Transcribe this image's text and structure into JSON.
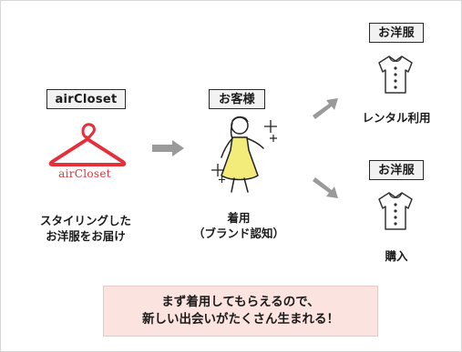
{
  "flow": {
    "brand": {
      "label": "airCloset",
      "logo_text": "airCloset",
      "caption_line1": "スタイリングした",
      "caption_line2": "お洋服をお届け"
    },
    "customer": {
      "label": "お客様",
      "caption_line1": "着用",
      "caption_line2": "（ブランド認知）"
    },
    "outcome_rental": {
      "label": "お洋服",
      "caption": "レンタル利用"
    },
    "outcome_purchase": {
      "label": "お洋服",
      "caption": "購入"
    },
    "message_line1": "まず着用してもらえるので、",
    "message_line2": "新しい出会いがたくさん生まれる！"
  },
  "colors": {
    "brand_red": "#e3303a",
    "arrow_gray": "#9a9a9a",
    "message_bg": "#fbe3e0",
    "dress_yellow": "#f3ec7a"
  },
  "icons": {
    "hanger": "hanger-icon",
    "woman": "woman-in-dress-icon",
    "shirt": "shirt-icon",
    "arrow": "arrow-icon",
    "sparkle": "sparkle-icon"
  }
}
